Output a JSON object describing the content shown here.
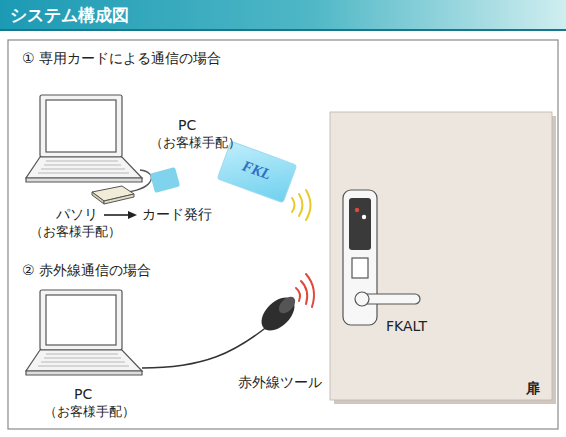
{
  "diagram": {
    "title": "システム構成図",
    "labels": [
      "① 専用カードによる通信の場合",
      "PC",
      "（お客様手配）",
      "パソリ",
      "（お客様手配）",
      "カード発行",
      "FKL",
      "② 赤外線通信の場合",
      "赤外線ツール",
      "PC",
      "（お客様手配）",
      "FKALT",
      "扉"
    ]
  }
}
